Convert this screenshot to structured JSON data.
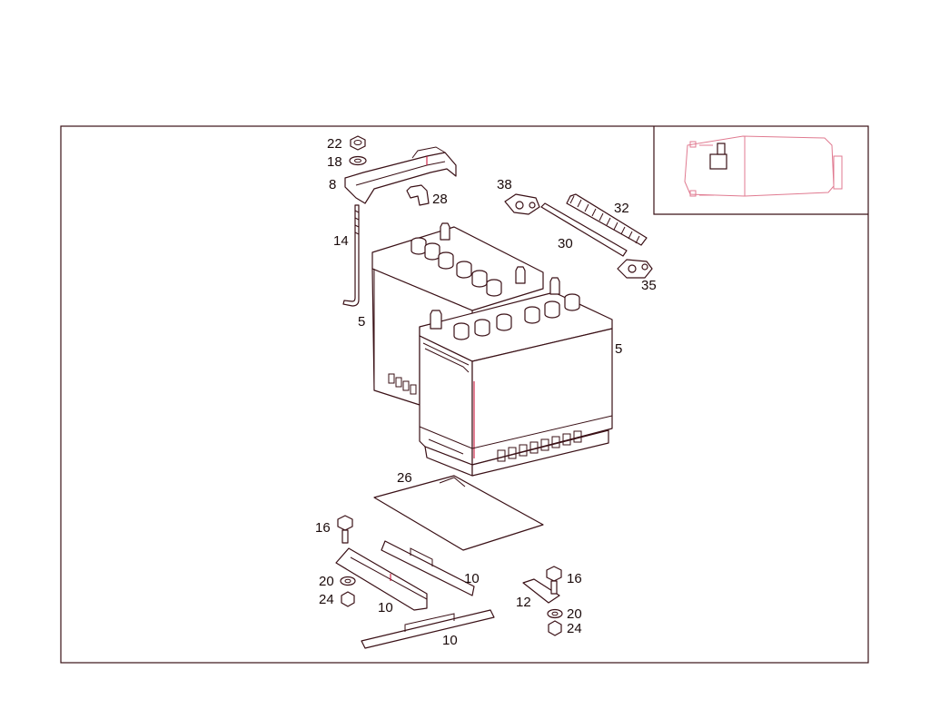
{
  "diagram": {
    "colors": {
      "line": "#3a1016",
      "accent": "#c8002a",
      "locator": "#e07a90"
    },
    "callouts": {
      "c22": "22",
      "c18": "18",
      "c8": "8",
      "c28": "28",
      "c14": "14",
      "c5a": "5",
      "c5b": "5",
      "c38": "38",
      "c32": "32",
      "c30": "30",
      "c35": "35",
      "c26": "26",
      "c16a": "16",
      "c16b": "16",
      "c20a": "20",
      "c24a": "24",
      "c10a": "10",
      "c10b": "10",
      "c10c": "10",
      "c12": "12",
      "c20b": "20",
      "c24b": "24"
    }
  }
}
